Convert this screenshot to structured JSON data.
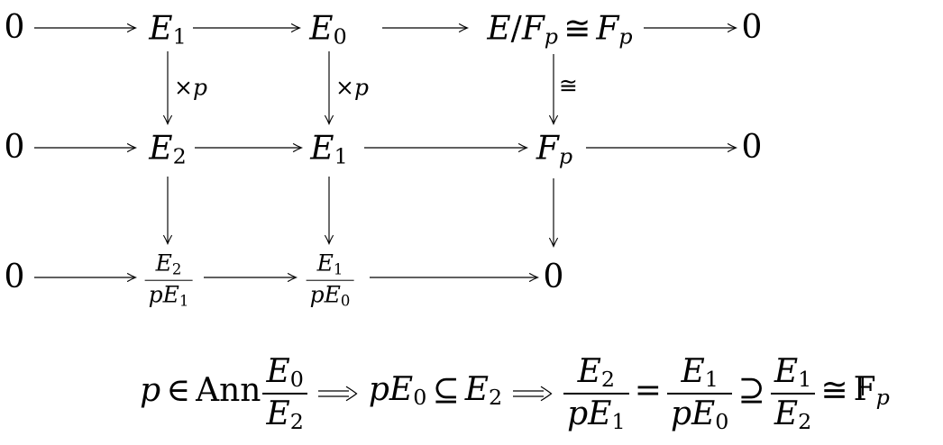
{
  "colors": {
    "ink": "#000000",
    "background": "#ffffff"
  },
  "icons": {
    "horizontal_arrow": "right-arrow",
    "vertical_arrow": "down-arrow",
    "implies": "long-double-right-arrow"
  },
  "diagram": {
    "row1": {
      "zero_left": "0",
      "e1": {
        "base": "E",
        "sub": "1"
      },
      "e0": {
        "base": "E",
        "sub": "0"
      },
      "quotient": {
        "num": "E",
        "slash": "/",
        "den_base": "F",
        "den_sub": "p",
        "cong": "≅",
        "iso_base": "F",
        "iso_sub": "p"
      },
      "zero_right": "0"
    },
    "maps1": {
      "times_p_left": {
        "times": "×",
        "p": "p"
      },
      "times_p_right": {
        "times": "×",
        "p": "p"
      },
      "cong": "≅"
    },
    "row2": {
      "zero_left": "0",
      "e2": {
        "base": "E",
        "sub": "2"
      },
      "e1": {
        "base": "E",
        "sub": "1"
      },
      "fp": {
        "base": "F",
        "sub": "p"
      },
      "zero_right": "0"
    },
    "row3": {
      "zero_left": "0",
      "frac1": {
        "num_base": "E",
        "num_sub": "2",
        "den_p": "p",
        "den_base": "E",
        "den_sub": "1"
      },
      "frac2": {
        "num_base": "E",
        "num_sub": "1",
        "den_p": "p",
        "den_base": "E",
        "den_sub": "0"
      },
      "zero_right": "0"
    }
  },
  "formula": {
    "p": "p",
    "element_of": "∈",
    "ann": "Ann",
    "frac_e0_e2": {
      "num_base": "E",
      "num_sub": "0",
      "den_base": "E",
      "den_sub": "2"
    },
    "pe0": {
      "p": "p",
      "base": "E",
      "sub": "0"
    },
    "subset_eq": "⊆",
    "e2": {
      "base": "E",
      "sub": "2"
    },
    "frac_e2_pe1": {
      "num_base": "E",
      "num_sub": "2",
      "den_p": "p",
      "den_base": "E",
      "den_sub": "1"
    },
    "equals": "=",
    "frac_e1_pe0": {
      "num_base": "E",
      "num_sub": "1",
      "den_p": "p",
      "den_base": "E",
      "den_sub": "0"
    },
    "superset_eq": "⊇",
    "frac_e1_e2": {
      "num_base": "E",
      "num_sub": "1",
      "den_base": "E",
      "den_sub": "2"
    },
    "cong": "≅",
    "f_p": {
      "base": "F",
      "sub": "p"
    }
  }
}
